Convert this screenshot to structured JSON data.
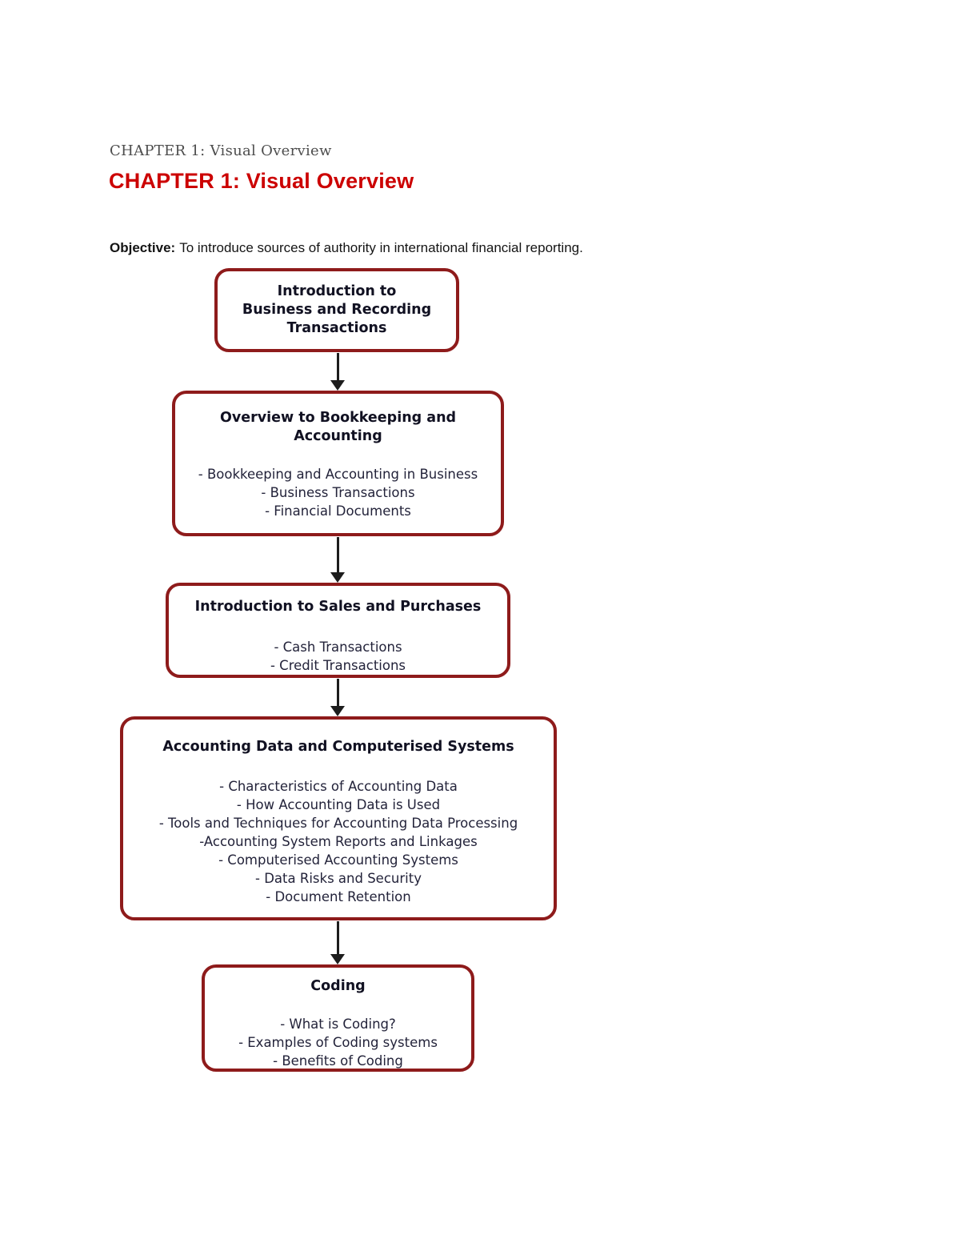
{
  "header": {
    "kicker": "CHAPTER 1: Visual Overview",
    "title": "CHAPTER 1: Visual Overview",
    "title_color": "#cc0000",
    "objective_label": "Objective:",
    "objective_text": "To introduce sources of authority in international financial reporting."
  },
  "flowchart": {
    "type": "vertical-flow",
    "border_color": "#8e1b1b",
    "arrow_color": "#1d1d1d",
    "boxes": [
      {
        "title": "Introduction to\nBusiness and Recording\nTransactions",
        "items": []
      },
      {
        "title": "Overview to Bookkeeping and\nAccounting",
        "items": [
          "- Bookkeeping and Accounting in Business",
          "- Business Transactions",
          "- Financial Documents"
        ]
      },
      {
        "title": "Introduction to Sales and Purchases",
        "items": [
          "- Cash Transactions",
          "- Credit Transactions"
        ]
      },
      {
        "title": "Accounting Data and Computerised Systems",
        "items": [
          "- Characteristics of Accounting Data",
          "- How Accounting Data is Used",
          "- Tools and Techniques for Accounting Data Processing",
          "-Accounting System Reports and Linkages",
          "- Computerised Accounting Systems",
          "- Data Risks and Security",
          "- Document Retention"
        ]
      },
      {
        "title": "Coding",
        "items": [
          "- What is Coding?",
          "- Examples of Coding systems",
          "- Benefits of Coding"
        ]
      }
    ]
  }
}
